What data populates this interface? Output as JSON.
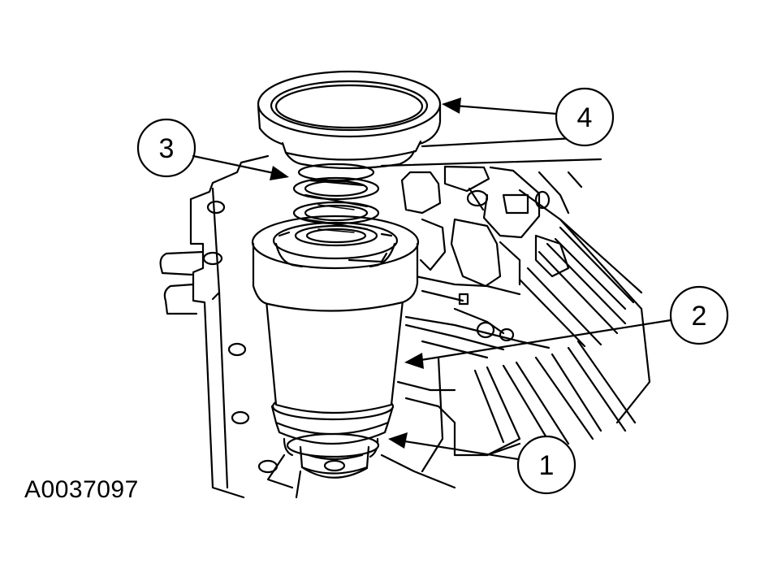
{
  "figure_id": "A0037097",
  "callouts": [
    {
      "label": "1"
    },
    {
      "label": "2"
    },
    {
      "label": "3"
    },
    {
      "label": "4"
    }
  ],
  "colors": {
    "line": "#000000",
    "background": "#ffffff"
  }
}
